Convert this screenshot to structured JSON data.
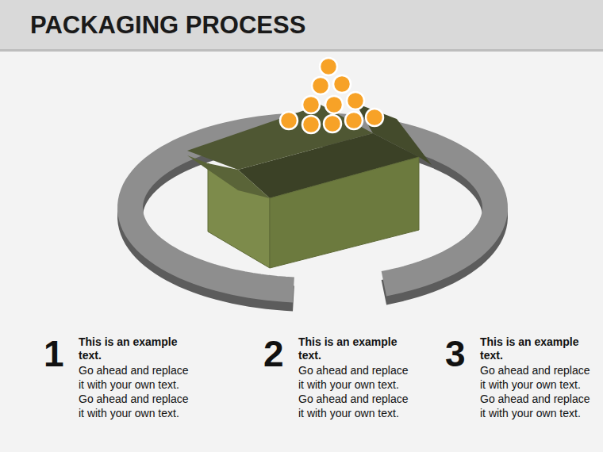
{
  "diagram": {
    "title": "PACKAGING PROCESS",
    "labels": [
      "1",
      "This is an example text.",
      "Go ahead and replace it with your own text. Go ahead and replace it with your own text.",
      "2",
      "This is an example text.",
      "Go ahead and replace it with your own text. Go ahead and replace it with your own text.",
      "3",
      "This is an example text.",
      "Go ahead and replace it with your own text. Go ahead and replace it with your own text."
    ]
  }
}
